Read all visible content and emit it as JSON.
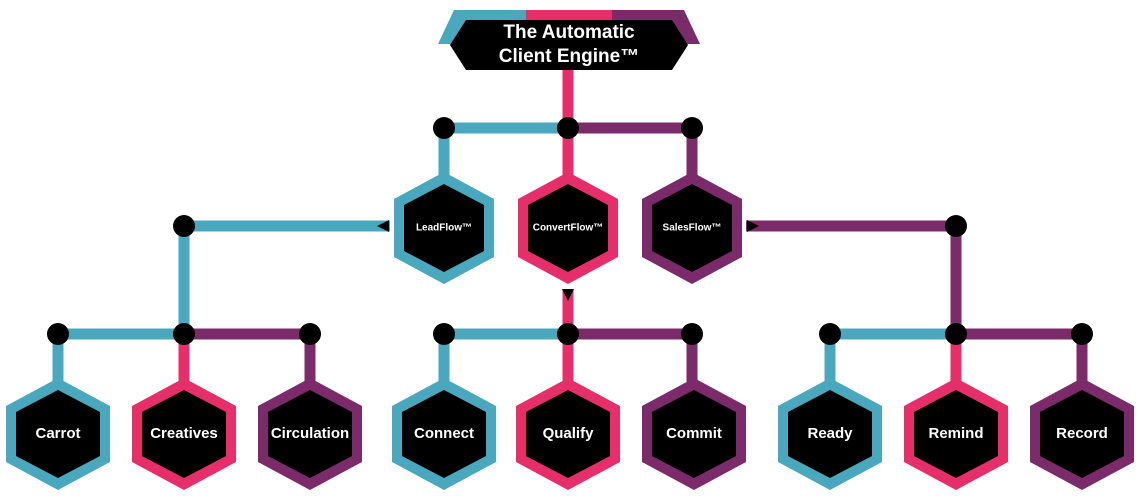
{
  "title": {
    "line1": "The Automatic",
    "line2": "Client Engine™"
  },
  "colors": {
    "teal": "#4aa8be",
    "pink": "#e62e6b",
    "purple": "#7b2a6a",
    "black": "#000000",
    "white": "#ffffff"
  },
  "flows": [
    {
      "id": "leadflow",
      "label": "LeadFlow™",
      "color": "teal"
    },
    {
      "id": "convertflow",
      "label": "ConvertFlow™",
      "color": "pink"
    },
    {
      "id": "salesflow",
      "label": "SalesFlow™",
      "color": "purple"
    }
  ],
  "steps": [
    {
      "id": "carrot",
      "label": "Carrot",
      "color": "teal",
      "flow": "leadflow"
    },
    {
      "id": "creatives",
      "label": "Creatives",
      "color": "pink",
      "flow": "leadflow"
    },
    {
      "id": "circulation",
      "label": "Circulation",
      "color": "purple",
      "flow": "leadflow"
    },
    {
      "id": "connect",
      "label": "Connect",
      "color": "teal",
      "flow": "convertflow"
    },
    {
      "id": "qualify",
      "label": "Qualify",
      "color": "pink",
      "flow": "convertflow"
    },
    {
      "id": "commit",
      "label": "Commit",
      "color": "purple",
      "flow": "convertflow"
    },
    {
      "id": "ready",
      "label": "Ready",
      "color": "teal",
      "flow": "salesflow"
    },
    {
      "id": "remind",
      "label": "Remind",
      "color": "pink",
      "flow": "salesflow"
    },
    {
      "id": "record",
      "label": "Record",
      "color": "purple",
      "flow": "salesflow"
    }
  ]
}
